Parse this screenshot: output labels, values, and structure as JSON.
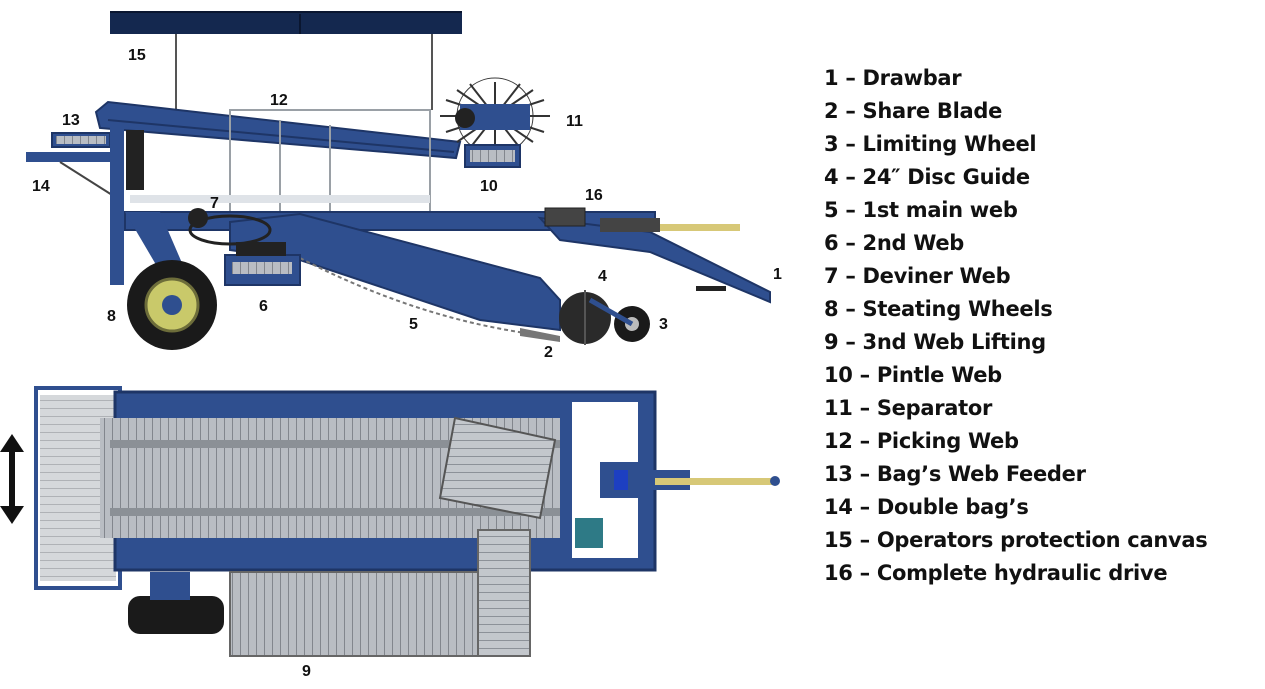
{
  "legend": [
    {
      "number": "1",
      "label": "1 – Drawbar"
    },
    {
      "number": "2",
      "label": "2 – Share Blade"
    },
    {
      "number": "3",
      "label": "3 – Limiting Wheel"
    },
    {
      "number": "4",
      "label": "4 – 24″ Disc Guide"
    },
    {
      "number": "5",
      "label": "5 – 1st main web"
    },
    {
      "number": "6",
      "label": "6 – 2nd Web"
    },
    {
      "number": "7",
      "label": "7 – Deviner Web"
    },
    {
      "number": "8",
      "label": "8 – Steating Wheels"
    },
    {
      "number": "9",
      "label": "9 – 3nd Web Lifting"
    },
    {
      "number": "10",
      "label": "10 – Pintle Web"
    },
    {
      "number": "11",
      "label": "11 – Separator"
    },
    {
      "number": "12",
      "label": "12 – Picking Web"
    },
    {
      "number": "13",
      "label": "13 – Bag’s Web Feeder"
    },
    {
      "number": "14",
      "label": "14 – Double bag’s"
    },
    {
      "number": "15",
      "label": "15 – Operators protection canvas"
    },
    {
      "number": "16",
      "label": "16 – Complete hydraulic drive"
    }
  ],
  "callouts": {
    "n1": "1",
    "n2": "2",
    "n3": "3",
    "n4": "4",
    "n5": "5",
    "n6": "6",
    "n7": "7",
    "n8": "8",
    "n9": "9",
    "n10": "10",
    "n11": "11",
    "n12": "12",
    "n13": "13",
    "n14": "14",
    "n15": "15",
    "n16": "16"
  },
  "colors": {
    "frame_blue": "#2f4f8f",
    "frame_dark": "#1e3566",
    "canvas_navy": "#14284f",
    "web_grey": "#a9adb3",
    "tyre_black": "#1a1a1a",
    "rim_yellow": "#c9c96a",
    "shaft_yellow": "#d7c877"
  },
  "icons": {
    "width_arrow": "double-arrow-vertical-icon"
  }
}
